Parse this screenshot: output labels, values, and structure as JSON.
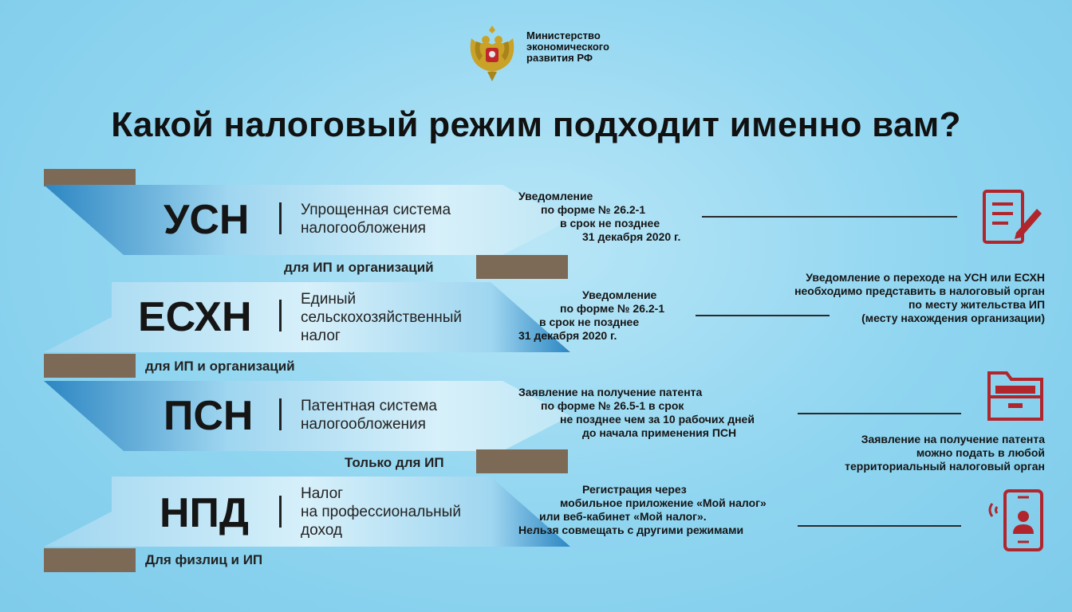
{
  "header": {
    "ministry_line1": "Министерство",
    "ministry_line2": "экономического",
    "ministry_line3": "развития РФ",
    "title": "Какой налоговый режим подходит именно вам?"
  },
  "regimes": [
    {
      "abbr": "УСН",
      "name": [
        "Упрощенная система",
        "налогообложения"
      ],
      "for": "для ИП и организаций",
      "info": [
        "Уведомление",
        "по форме № 26.2-1",
        "в срок не позднее",
        "31 декабря 2020 г."
      ]
    },
    {
      "abbr": "ЕСХН",
      "name": [
        "Единый",
        "сельскохозяйственный",
        "налог"
      ],
      "for": "для ИП и организаций",
      "info": [
        "Уведомление",
        "по форме № 26.2-1",
        "в срок не позднее",
        "31 декабря 2020 г."
      ]
    },
    {
      "abbr": "ПСН",
      "name": [
        "Патентная система",
        "налогообложения"
      ],
      "for": "Только для ИП",
      "info": [
        "Заявление на получение патента",
        "по форме № 26.5-1 в срок",
        "не позднее чем за 10 рабочих дней",
        "до начала применения ПСН"
      ]
    },
    {
      "abbr": "НПД",
      "name": [
        "Налог",
        "на профессиональный",
        "доход"
      ],
      "for": "Для физлиц и ИП",
      "info": [
        "Регистрация через",
        "мобильное приложение «Мой налог»",
        "или веб-кабинет «Мой налог».",
        "Нельзя совмещать с другими режимами"
      ]
    }
  ],
  "notes": {
    "transition": [
      "Уведомление о переходе на УСН или ЕСХН",
      "необходимо представить в налоговый орган",
      "по месту жительства ИП",
      "(месту нахождения организации)"
    ],
    "patent": [
      "Заявление на получение патента",
      "можно подать в любой",
      "территориальный налоговый орган"
    ]
  },
  "colors": {
    "accent_icon": "#b0262c",
    "tab": "#7d6a56",
    "background": "#8fd5f0"
  },
  "icons": [
    "document-pen-icon",
    "folder-icon",
    "mobile-phone-icon"
  ]
}
